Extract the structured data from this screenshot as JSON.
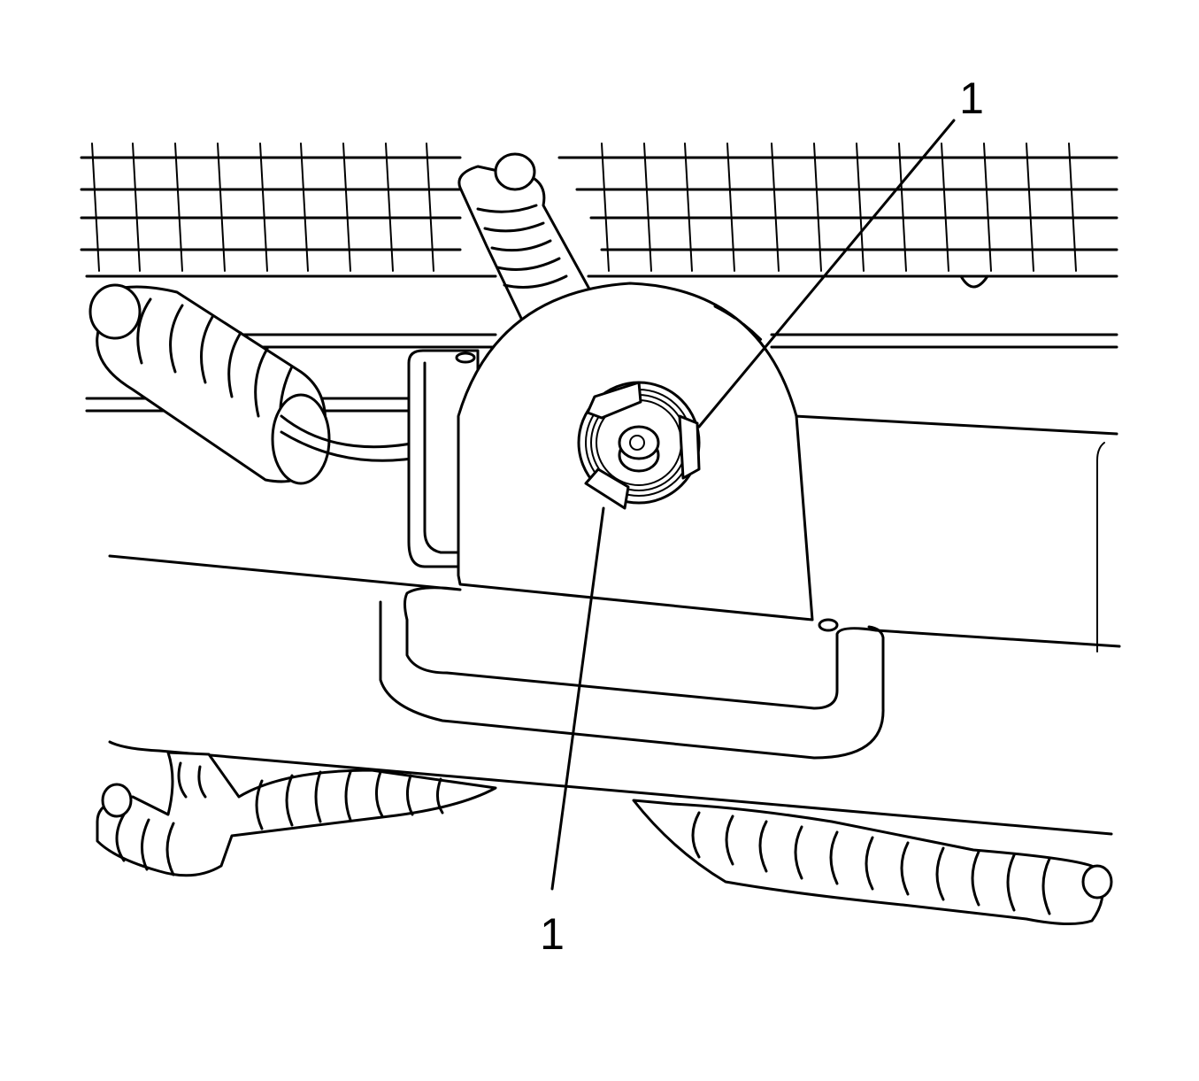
{
  "callouts": [
    {
      "id": "retainer-clip-upper",
      "label": "1"
    },
    {
      "id": "retainer-clip-lower",
      "label": "1"
    }
  ],
  "colors": {
    "line": "#000000",
    "background": "#ffffff"
  }
}
